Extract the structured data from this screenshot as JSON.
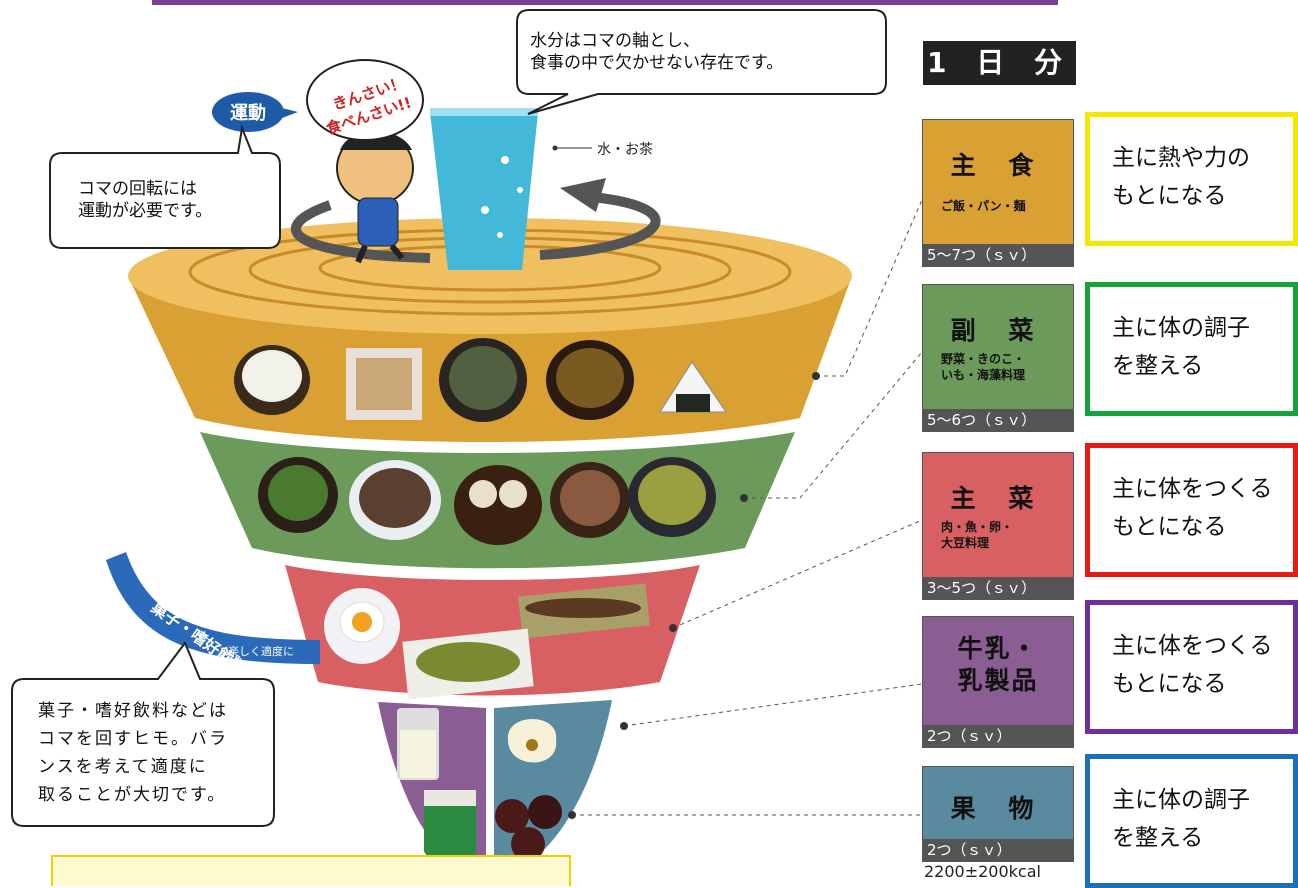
{
  "header": {
    "title": "1 日 分"
  },
  "callouts": {
    "water": "水分はコマの軸とし、\n食事の中で欠かせない存在です。",
    "exercise": "コマの回転には\n運動が必要です。",
    "snacks": "菓子・嗜好飲料などは\nコマを回すヒモ。バラ\nンスを考えて適度に\n取ることが大切です。"
  },
  "labels": {
    "exercise_badge": "運動",
    "character_shout_1": "きんさい！",
    "character_shout_2": "食べんさい!!",
    "water_tea": "水・お茶",
    "snack_ribbon_main": "菓子・嗜好飲料",
    "snack_ribbon_sub": "楽しく適度に"
  },
  "groups": [
    {
      "name": "主 食",
      "sub": "ご飯・パン・麺",
      "servings": "5〜7つ（ｓｖ）",
      "role": "主に熱や力の\nもとになる",
      "color": "#d9a034",
      "border": "#f5e800"
    },
    {
      "name": "副 菜",
      "sub": "野菜・きのこ・\nいも・海藻料理",
      "servings": "5〜6つ（ｓｖ）",
      "role": "主に体の調子\nを整える",
      "color": "#6b9a5a",
      "border": "#17a33b"
    },
    {
      "name": "主 菜",
      "sub": "肉・魚・卵・\n大豆料理",
      "servings": "3〜5つ（ｓｖ）",
      "role": "主に体をつくる\nもとになる",
      "color": "#d96062",
      "border": "#e81a14"
    },
    {
      "name": "牛乳・\n乳製品",
      "sub": "",
      "servings": "2つ（ｓｖ）",
      "role": "主に体をつくる\nもとになる",
      "color": "#8a5d93",
      "border": "#6e2f96"
    },
    {
      "name": "果 物",
      "sub": "",
      "servings": "2つ（ｓｖ）",
      "role": "主に体の調子\nを整える",
      "color": "#5a8aa0",
      "border": "#1d6fb8"
    }
  ],
  "footer": {
    "kcal": "2200±200kcal"
  },
  "colors": {
    "spinner_top": "#f0c060",
    "water": "#44b8d8",
    "accent_bar": "#7b3f99",
    "badge": "#1f5aa6"
  }
}
